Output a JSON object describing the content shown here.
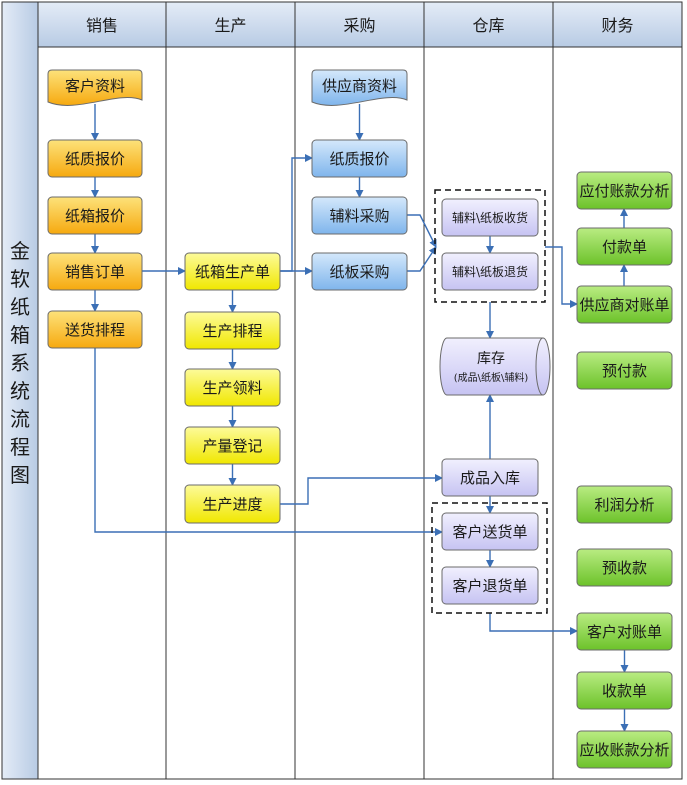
{
  "title": "金软纸箱系统流程图",
  "lanes": [
    {
      "id": "sales",
      "label": "销售"
    },
    {
      "id": "production",
      "label": "生产"
    },
    {
      "id": "purchase",
      "label": "采购"
    },
    {
      "id": "warehouse",
      "label": "仓库"
    },
    {
      "id": "finance",
      "label": "财务"
    }
  ],
  "nodes": {
    "customer_info": {
      "label": "客户资料",
      "kind": "document"
    },
    "paper_quote_sales": {
      "label": "纸质报价",
      "kind": "process"
    },
    "box_quote": {
      "label": "纸箱报价",
      "kind": "process"
    },
    "sales_order": {
      "label": "销售订单",
      "kind": "process"
    },
    "delivery_schedule": {
      "label": "送货排程",
      "kind": "process"
    },
    "box_production_order": {
      "label": "纸箱生产单",
      "kind": "process"
    },
    "production_schedule": {
      "label": "生产排程",
      "kind": "process"
    },
    "production_material": {
      "label": "生产领料",
      "kind": "process"
    },
    "output_register": {
      "label": "产量登记",
      "kind": "process"
    },
    "production_progress": {
      "label": "生产进度",
      "kind": "process"
    },
    "supplier_info": {
      "label": "供应商资料",
      "kind": "document"
    },
    "paper_quote_purchase": {
      "label": "纸质报价",
      "kind": "process"
    },
    "aux_purchase": {
      "label": "辅料采购",
      "kind": "process"
    },
    "board_purchase": {
      "label": "纸板采购",
      "kind": "process"
    },
    "aux_board_receive": {
      "label": "辅料\\纸板收货",
      "kind": "process"
    },
    "aux_board_return": {
      "label": "辅料\\纸板退货",
      "kind": "process"
    },
    "inventory": {
      "label": "库存",
      "sublabel": "(成品\\纸板\\辅料)",
      "kind": "storage"
    },
    "finished_goods_in": {
      "label": "成品入库",
      "kind": "process"
    },
    "customer_delivery": {
      "label": "客户送货单",
      "kind": "process"
    },
    "customer_return": {
      "label": "客户退货单",
      "kind": "process"
    },
    "payables_analysis": {
      "label": "应付账款分析",
      "kind": "process"
    },
    "payment": {
      "label": "付款单",
      "kind": "process"
    },
    "supplier_statement": {
      "label": "供应商对账单",
      "kind": "process"
    },
    "prepayment": {
      "label": "预付款",
      "kind": "process"
    },
    "profit_analysis": {
      "label": "利润分析",
      "kind": "process"
    },
    "advance_receipt": {
      "label": "预收款",
      "kind": "process"
    },
    "customer_statement": {
      "label": "客户对账单",
      "kind": "process"
    },
    "receipt": {
      "label": "收款单",
      "kind": "process"
    },
    "receivables_analysis": {
      "label": "应收账款分析",
      "kind": "process"
    }
  },
  "edges": [
    [
      "customer_info",
      "paper_quote_sales"
    ],
    [
      "paper_quote_sales",
      "box_quote"
    ],
    [
      "box_quote",
      "sales_order"
    ],
    [
      "sales_order",
      "delivery_schedule"
    ],
    [
      "sales_order",
      "box_production_order"
    ],
    [
      "box_production_order",
      "production_schedule"
    ],
    [
      "production_schedule",
      "production_material"
    ],
    [
      "production_material",
      "output_register"
    ],
    [
      "output_register",
      "production_progress"
    ],
    [
      "supplier_info",
      "paper_quote_purchase"
    ],
    [
      "paper_quote_purchase",
      "aux_purchase"
    ],
    [
      "box_production_order",
      "paper_quote_purchase"
    ],
    [
      "box_production_order",
      "board_purchase"
    ],
    [
      "aux_purchase",
      "aux_board_receive"
    ],
    [
      "board_purchase",
      "aux_board_receive"
    ],
    [
      "aux_board_receive",
      "aux_board_return"
    ],
    [
      "aux_board_receive",
      "supplier_statement"
    ],
    [
      "aux_board_return",
      "inventory"
    ],
    [
      "finished_goods_in",
      "inventory"
    ],
    [
      "production_progress",
      "finished_goods_in"
    ],
    [
      "finished_goods_in",
      "customer_delivery"
    ],
    [
      "delivery_schedule",
      "customer_delivery"
    ],
    [
      "customer_delivery",
      "customer_return"
    ],
    [
      "customer_return",
      "customer_statement"
    ],
    [
      "supplier_statement",
      "payment"
    ],
    [
      "payment",
      "payables_analysis"
    ],
    [
      "customer_statement",
      "receipt"
    ],
    [
      "receipt",
      "receivables_analysis"
    ]
  ],
  "colors": {
    "lane_header": "#c5d4e8",
    "title_bar": "#c5d4e8",
    "sales_fill": "#fbbf1f",
    "production_fill": "#f9f21f",
    "purchase_fill": "#8fc0f0",
    "warehouse_fill": "#d2d0f8",
    "finance_fill": "#8fd441",
    "edge": "#3b6fb5"
  }
}
